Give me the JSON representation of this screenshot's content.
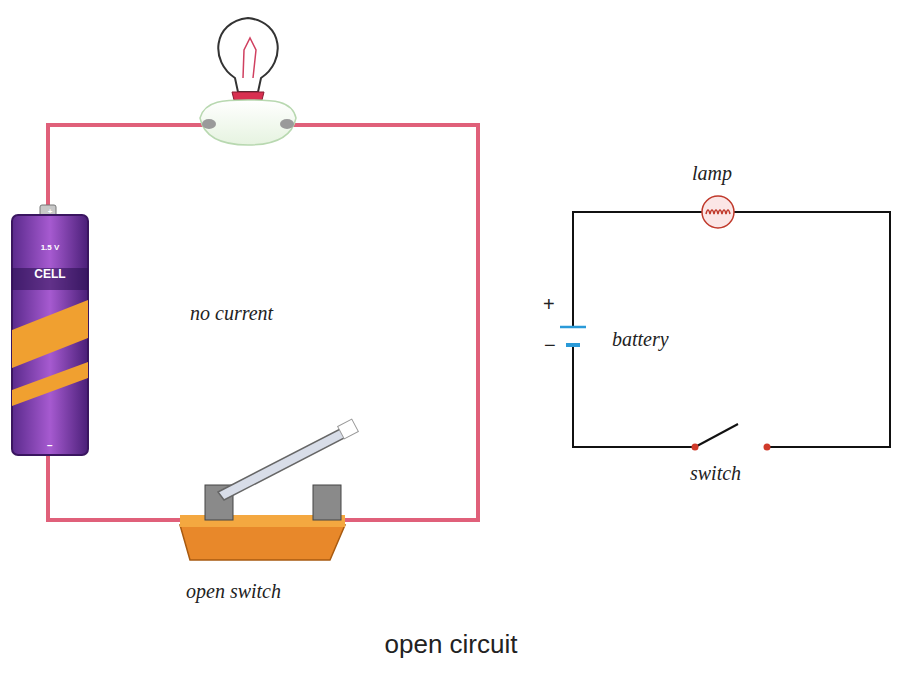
{
  "diagram": {
    "caption": "open circuit",
    "labels": [
      "1.5 V",
      "+",
      "CELL",
      "−",
      "no current",
      "open switch",
      "lamp",
      "+",
      "battery",
      "−",
      "switch"
    ]
  }
}
